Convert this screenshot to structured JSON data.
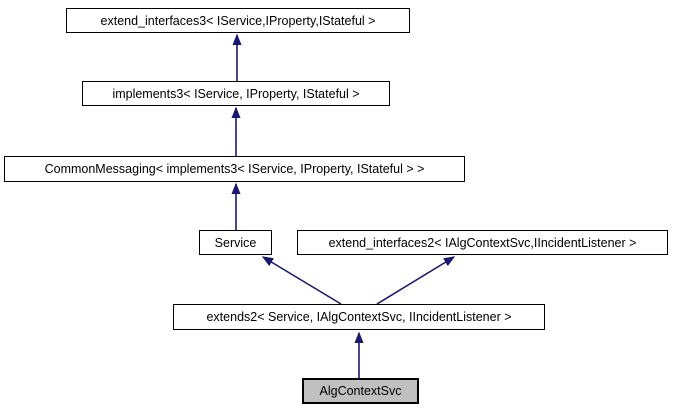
{
  "diagram": {
    "type": "inheritance-graph",
    "nodes": [
      {
        "id": "extend_interfaces3",
        "label": "extend_interfaces3< IService,IProperty,IStateful >",
        "selected": false
      },
      {
        "id": "implements3",
        "label": "implements3< IService, IProperty, IStateful >",
        "selected": false
      },
      {
        "id": "common_messaging",
        "label": "CommonMessaging< implements3< IService, IProperty, IStateful > >",
        "selected": false
      },
      {
        "id": "service",
        "label": "Service",
        "selected": false
      },
      {
        "id": "extend_interfaces2",
        "label": "extend_interfaces2< IAlgContextSvc,IIncidentListener >",
        "selected": false
      },
      {
        "id": "extends2",
        "label": "extends2< Service, IAlgContextSvc, IIncidentListener >",
        "selected": false
      },
      {
        "id": "alg_context_svc",
        "label": "AlgContextSvc",
        "selected": true
      }
    ],
    "edges": [
      {
        "from": "implements3",
        "to": "extend_interfaces3"
      },
      {
        "from": "common_messaging",
        "to": "implements3"
      },
      {
        "from": "service",
        "to": "common_messaging"
      },
      {
        "from": "extends2",
        "to": "service"
      },
      {
        "from": "extends2",
        "to": "extend_interfaces2"
      },
      {
        "from": "alg_context_svc",
        "to": "extends2"
      }
    ],
    "colors": {
      "arrow": "#191970",
      "border": "#000000",
      "fill": "#ffffff",
      "selected_fill": "#c0c0c0",
      "text": "#000000",
      "background": "#ffffff"
    }
  }
}
